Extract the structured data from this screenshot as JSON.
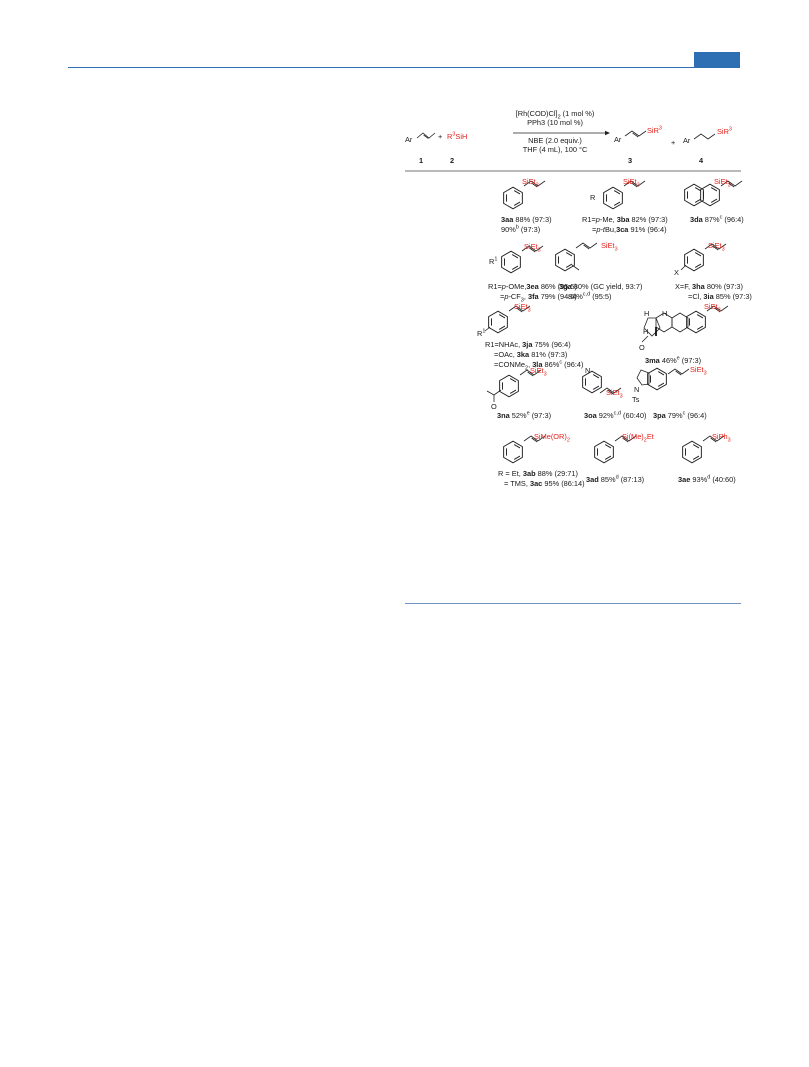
{
  "colors": {
    "accent": "#2e6fb4",
    "silyl": "#e3211b"
  },
  "reaction": {
    "ar": "Ar",
    "plus": "+",
    "silane": "R",
    "silane_sup": "3",
    "silane_tail": "SiH",
    "cond1_pre": "[Rh(COD)Cl]",
    "cond1_sub": "2",
    "cond1_post": " (1 mol %)",
    "cond2": "PPh3 (10 mol %)",
    "cond3": "NBE (2.0 equiv.)",
    "cond4": "THF (4 mL), 100 °C",
    "num1": "1",
    "num2": "2",
    "num3": "3",
    "num4": "4",
    "product_si": "SiR",
    "product_sup": "3"
  },
  "silyl_labels": {
    "sieT": "SiEt",
    "sub3": "3",
    "simeor": "SiMe(OR)",
    "sub2": "2",
    "sime2et": "Si(Me)",
    "sime2et_tail": "Et",
    "siph": "SiPh",
    "atom_r": "R",
    "atom_r1": "R",
    "atom_r1_sup": "1",
    "atom_x": "X",
    "atom_n": "N",
    "atom_o": "O",
    "atom_h": "H",
    "atom_ts": "Ts"
  },
  "entries": {
    "aa_id": "3aa",
    "aa_t": " 88% (97:3)",
    "aa2_pre": "90%",
    "aa2_sup": "b",
    "aa2_t": " (97:3)",
    "ba_pre": "R1=",
    "ba_it": "p",
    "ba_mid": "-Me, ",
    "ba_id": "3ba",
    "ba_t": " 82% (97:3)",
    "ca_pre": "=",
    "ca_it": "p",
    "ca_mid": "-",
    "ca_it2": "t",
    "ca_mid2": "Bu,",
    "ca_id": "3ca",
    "ca_t": " 91% (96:4)",
    "da_id": "3da",
    "da_t": " 87%",
    "da_sup": "c",
    "da_t2": " (96:4)",
    "ea_pre": "R1=",
    "ea_it": "p",
    "ea_mid": "-OMe,",
    "ea_id": "3ea",
    "ea_t": " 86% (95:5)",
    "fa_pre": "=",
    "fa_it": "p",
    "fa_mid": "-CF",
    "fa_sub": "3",
    "fa_mid2": ", ",
    "fa_id": "3fa",
    "fa_t": "  79% (94:6)",
    "ga_id": "3ga",
    "ga_t": " 80% (GC yield, 93:7)",
    "ga2_pre": "84%",
    "ga2_sup": "c,d",
    "ga2_t": " (95:5)",
    "ha_pre": "X=F, ",
    "ha_id": "3ha",
    "ha_t": " 80% (97:3)",
    "ia_pre": "=Cl, ",
    "ia_id": "3ia",
    "ia_t": " 85% (97:3)",
    "ja_pre": "R1=NHAc, ",
    "ja_id": "3ja",
    "ja_t": " 75% (96:4)",
    "ka_pre": "=OAc,  ",
    "ka_id": "3ka",
    "ka_t": " 81% (97:3)",
    "la_pre": "=CONMe",
    "la_sub": "2",
    "la_mid": ", ",
    "la_id": "3la",
    "la_t": " 86%",
    "la_sup": "c",
    "la_t2": " (96:4)",
    "ma_id": "3ma",
    "ma_t": " 46%",
    "ma_sup": "e",
    "ma_t2": " (97:3)",
    "na_id": "3na",
    "na_t": " 52%",
    "na_sup": "e",
    "na_t2": " (97:3)",
    "oa_id": "3oa",
    "oa_t": " 92%",
    "oa_sup": "c,d",
    "oa_t2": "  (60:40)",
    "pa_id": "3pa",
    "pa_t": " 79%",
    "pa_sup": "c",
    "pa_t2": "  (96:4)",
    "ab_pre": "R = Et, ",
    "ab_id": "3ab",
    "ab_t": " 88% (29:71)",
    "ac_pre": "= TMS, ",
    "ac_id": "3ac",
    "ac_t": " 95% (86:14)",
    "ad_id": "3ad",
    "ad_t": " 85%",
    "ad_sup": "d",
    "ad_t2": " (87:13)",
    "ae_id": "3ae",
    "ae_t": " 93%",
    "ae_sup": "d",
    "ae_t2": " (40:60)"
  }
}
